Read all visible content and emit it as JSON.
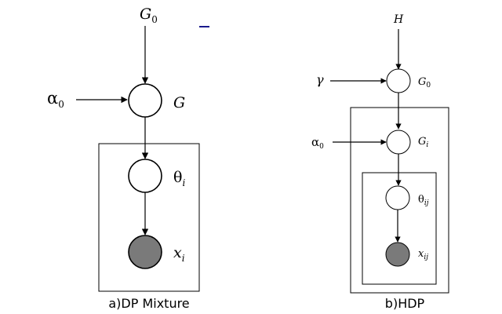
{
  "dp_mixture": {
    "caption": "a)DP Mixture",
    "base_measure": {
      "symbol": "G",
      "subscript": "0"
    },
    "concentration": {
      "symbol": "α",
      "subscript": "0"
    },
    "random_measure": {
      "symbol": "G"
    },
    "parameter": {
      "symbol": "θ",
      "subscript": "i"
    },
    "observation": {
      "symbol": "x",
      "subscript": "i"
    }
  },
  "hdp": {
    "caption": "b)HDP",
    "top_base": {
      "symbol": "H"
    },
    "gamma": {
      "symbol": "γ"
    },
    "global_measure": {
      "symbol": "G",
      "subscript": "0"
    },
    "concentration": {
      "symbol": "α",
      "subscript": "0"
    },
    "group_measure": {
      "symbol": "G",
      "subscript": "i"
    },
    "parameter": {
      "symbol": "θ",
      "subscript": "ij"
    },
    "observation": {
      "symbol": "x",
      "subscript": "ij"
    }
  },
  "colors": {
    "observed_fill": "#7a7a7a",
    "stray_mark": "#1a1a8c"
  }
}
